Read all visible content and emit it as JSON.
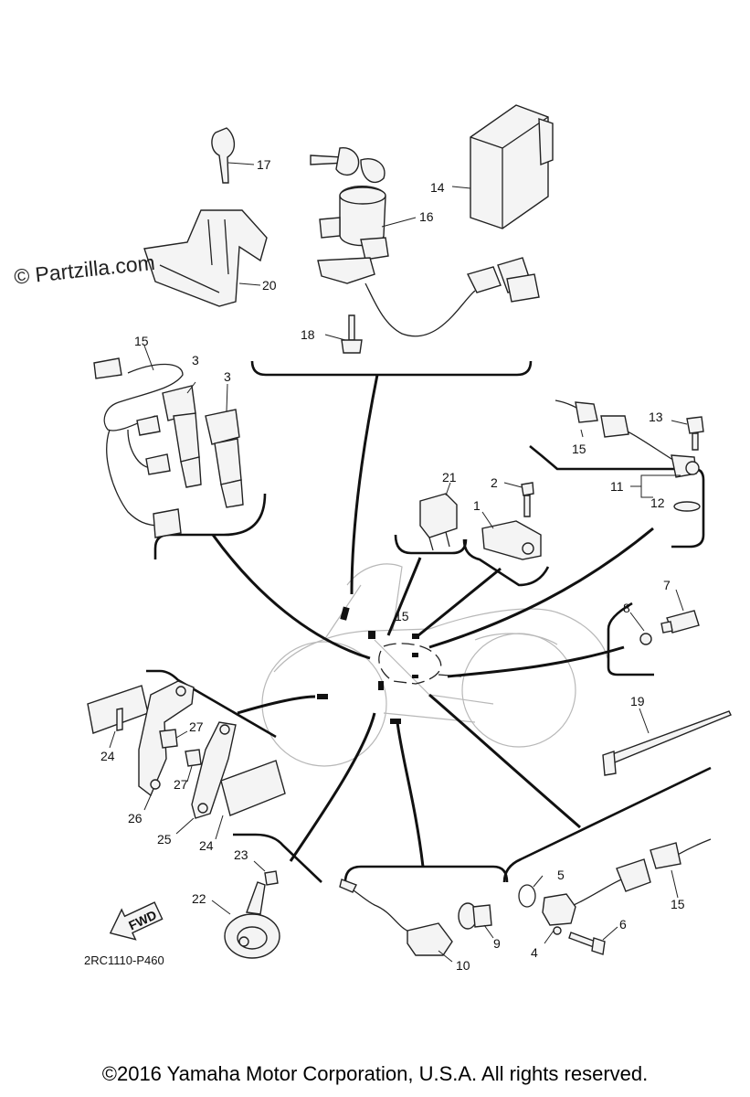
{
  "watermark": "© Partzilla.com",
  "diagram_code": "2RC1110-P460",
  "fwd_label": "FWD",
  "copyright": "©2016 Yamaha Motor Corporation, U.S.A. All rights reserved.",
  "callouts": {
    "c1": "1",
    "c2": "2",
    "c3a": "3",
    "c3b": "3",
    "c4": "4",
    "c5": "5",
    "c6": "6",
    "c7": "7",
    "c8": "8",
    "c9": "9",
    "c10": "10",
    "c11": "11",
    "c12": "12",
    "c13": "13",
    "c14": "14",
    "c15a": "15",
    "c15b": "15",
    "c15c": "15",
    "c15d": "15",
    "c16": "16",
    "c17": "17",
    "c18": "18",
    "c19": "19",
    "c20": "20",
    "c21": "21",
    "c22": "22",
    "c23": "23",
    "c24a": "24",
    "c24b": "24",
    "c25": "25",
    "c26": "26",
    "c27a": "27",
    "c27b": "27"
  }
}
